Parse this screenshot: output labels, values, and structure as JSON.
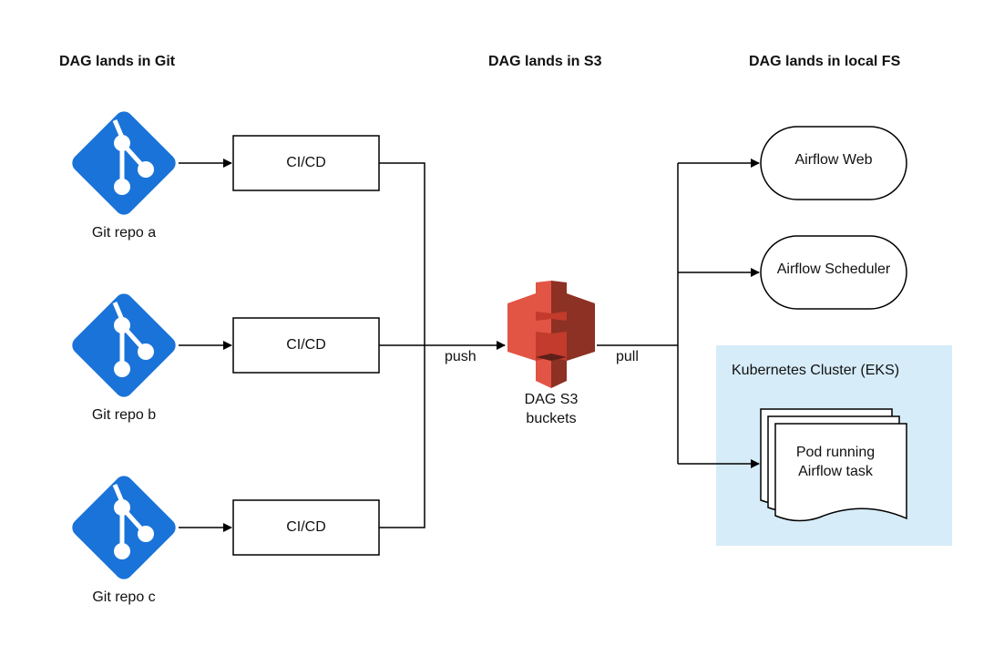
{
  "headers": {
    "git": "DAG lands in Git",
    "s3": "DAG lands in S3",
    "local": "DAG lands in local FS"
  },
  "repos": [
    {
      "label": "Git repo a",
      "pipeline": "CI/CD"
    },
    {
      "label": "Git repo b",
      "pipeline": "CI/CD"
    },
    {
      "label": "Git repo c",
      "pipeline": "CI/CD"
    }
  ],
  "edges": {
    "push": "push",
    "pull": "pull"
  },
  "s3": {
    "label_line1": "DAG S3",
    "label_line2": "buckets"
  },
  "targets": {
    "web": "Airflow Web",
    "scheduler": "Airflow Scheduler"
  },
  "cluster": {
    "title": "Kubernetes Cluster (EKS)",
    "pod_line1": "Pod running",
    "pod_line2": "Airflow task"
  },
  "colors": {
    "git_blue": "#1a73d9",
    "s3_red": "#e25444",
    "s3_dark": "#8c3123",
    "s3_mid": "#c23b2c",
    "cluster_bg": "#d6ecf8",
    "line": "#000000"
  },
  "icons": {
    "git": "git-logo-icon",
    "s3": "aws-s3-bucket-icon"
  }
}
